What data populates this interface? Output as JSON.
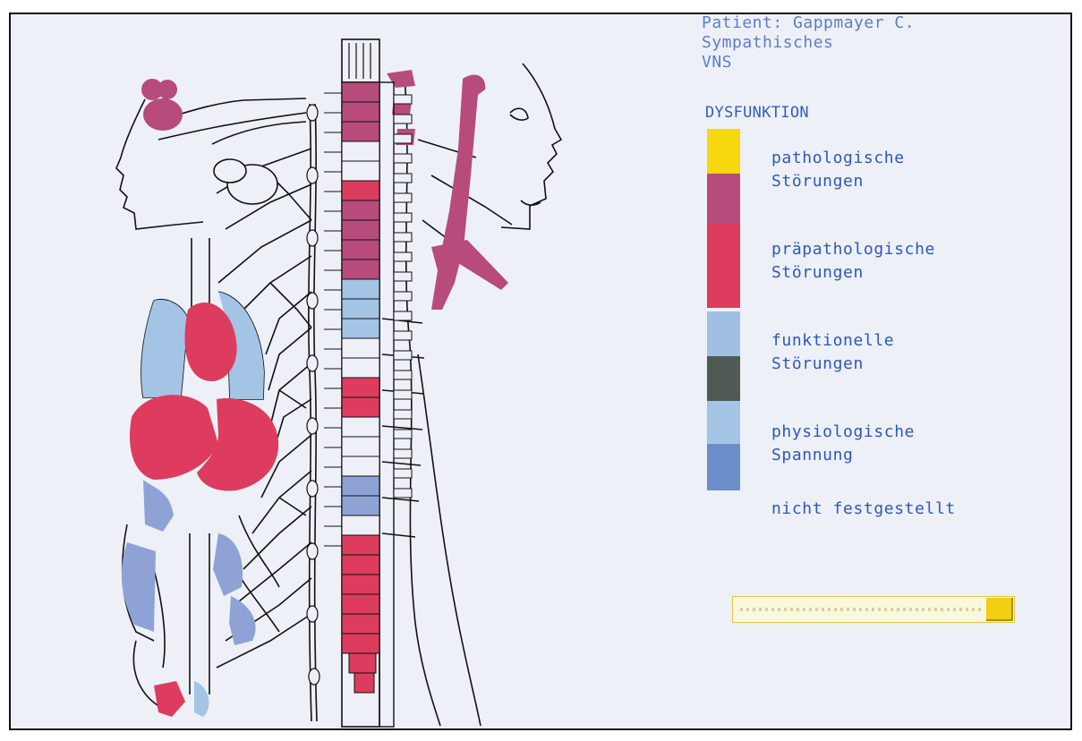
{
  "header": {
    "patient": "Patient: Gappmayer C.",
    "line2": "Sympathisches",
    "line3": "VNS"
  },
  "legend": {
    "title": "DYSFUNKTION",
    "items": [
      {
        "line1": "pathologische",
        "line2": "Störungen"
      },
      {
        "line1": "präpathologische",
        "line2": "Störungen"
      },
      {
        "line1": "funktionelle",
        "line2": "Störungen"
      },
      {
        "line1": "physiologische",
        "line2": "Spannung"
      },
      {
        "line1": "nicht festgestellt",
        "line2": ""
      }
    ],
    "swatch_colors": [
      "#f6d80e",
      "#b74b7c",
      "#dd3c5f",
      "#9fc0e3",
      "#4e5a53",
      "#a4c4e6",
      "#6b8ecb"
    ]
  },
  "colors": {
    "background": "#eef0f7",
    "pathologisch": "#b74b7c",
    "praepathologisch": "#dd3c5f",
    "funktionell": "#a4c4e6",
    "physiologisch": "#8fa2d6",
    "slider_thumb": "#f2cf12"
  },
  "slider": {
    "position": 0.95
  }
}
